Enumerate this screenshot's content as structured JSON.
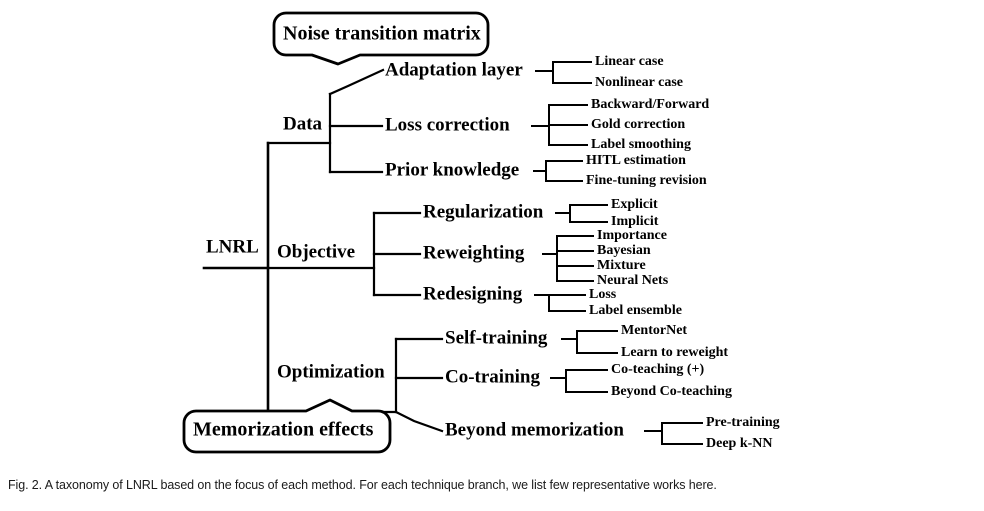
{
  "figure": {
    "caption": "Fig. 2. A taxonomy of LNRL based on the focus of each method. For each technique branch, we list few representative works here.",
    "root": "LNRL",
    "callouts": [
      {
        "id": "noise-transition-matrix",
        "label": "Noise transition matrix"
      },
      {
        "id": "memorization-effects",
        "label": "Memorization effects"
      }
    ],
    "branches": [
      {
        "id": "data",
        "label": "Data",
        "children": [
          {
            "id": "adaptation-layer",
            "label": "Adaptation layer",
            "leaves": [
              "Linear case",
              "Nonlinear case"
            ]
          },
          {
            "id": "loss-correction",
            "label": "Loss correction",
            "leaves": [
              "Backward/Forward",
              "Gold correction",
              "Label smoothing"
            ]
          },
          {
            "id": "prior-knowledge",
            "label": "Prior knowledge",
            "leaves": [
              "HITL estimation",
              "Fine-tuning revision"
            ]
          }
        ]
      },
      {
        "id": "objective",
        "label": "Objective",
        "children": [
          {
            "id": "regularization",
            "label": "Regularization",
            "leaves": [
              "Explicit",
              "Implicit"
            ]
          },
          {
            "id": "reweighting",
            "label": "Reweighting",
            "leaves": [
              "Importance",
              "Bayesian",
              "Mixture",
              "Neural Nets"
            ]
          },
          {
            "id": "redesigning",
            "label": "Redesigning",
            "leaves": [
              "Loss",
              "Label ensemble"
            ]
          }
        ]
      },
      {
        "id": "optimization",
        "label": "Optimization",
        "children": [
          {
            "id": "self-training",
            "label": "Self-training",
            "leaves": [
              "MentorNet",
              "Learn to reweight"
            ]
          },
          {
            "id": "co-training",
            "label": "Co-training",
            "leaves": [
              "Co-teaching (+)",
              "Beyond Co-teaching"
            ]
          },
          {
            "id": "beyond-memorization",
            "label": "Beyond memorization",
            "leaves": [
              "Pre-training",
              "Deep k-NN"
            ]
          }
        ]
      }
    ],
    "colors": {
      "line": "#000000",
      "text": "#000000",
      "background": "#ffffff"
    }
  }
}
